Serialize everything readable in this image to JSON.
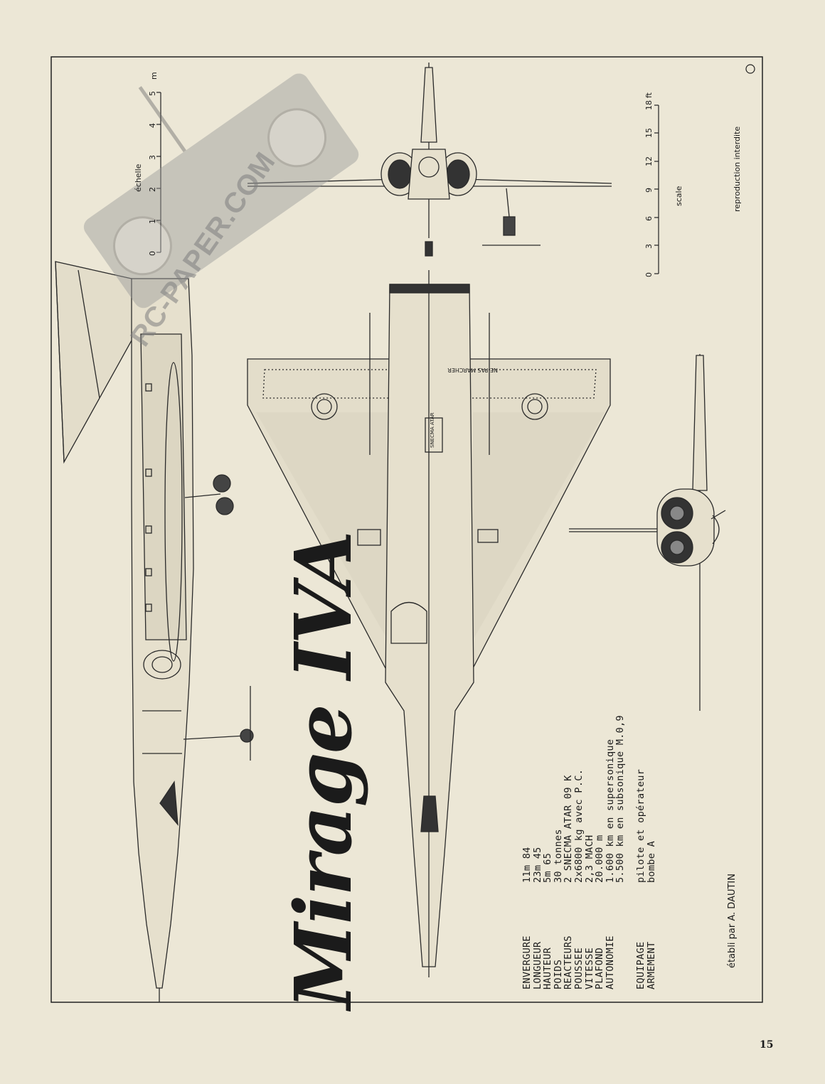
{
  "title": "Mirage IVA",
  "specs": [
    {
      "label": "ENVERGURE",
      "value": "11m 84"
    },
    {
      "label": "LONGUEUR",
      "value": "23m 45"
    },
    {
      "label": "HAUTEUR",
      "value": "5m 65"
    },
    {
      "label": "POIDS",
      "value": "30 tonnes"
    },
    {
      "label": "REACTEURS",
      "value": "2 SNECMA ATAR 09 K"
    },
    {
      "label": "POUSSEE",
      "value": "2x6800 kg avec P.C."
    },
    {
      "label": "VITESSE",
      "value": "2,3 MACH"
    },
    {
      "label": "PLAFOND",
      "value": "20.000 m"
    },
    {
      "label": "AUTONOMIE",
      "value": "1.600 km en supersonique"
    },
    {
      "label": "",
      "value": "5.500 km en subsonique M.0,9"
    },
    {
      "label": "EQUIPAGE",
      "value": "pilote et opérateur"
    },
    {
      "label": "ARMEMENT",
      "value": "bombe A"
    }
  ],
  "credit": "établi par A. DAUTIN",
  "scale_m": {
    "label": "échelle",
    "unit": "m",
    "ticks": [
      "0",
      "1",
      "2",
      "3",
      "4",
      "5"
    ]
  },
  "scale_ft": {
    "label": "scale",
    "unit": "ft",
    "ticks": [
      "0",
      "3",
      "6",
      "9",
      "12",
      "15",
      "18"
    ]
  },
  "reproduction": "reproduction interdite",
  "watermark": "RC-PAPER.COM",
  "page_number": "15",
  "markings": {
    "ne_pas_marcher": "NE PAS MARCHER",
    "snecma_atar": "SNECMA ATAR",
    "ne_pas_marcher_short": "NE PAS MARCHER"
  }
}
